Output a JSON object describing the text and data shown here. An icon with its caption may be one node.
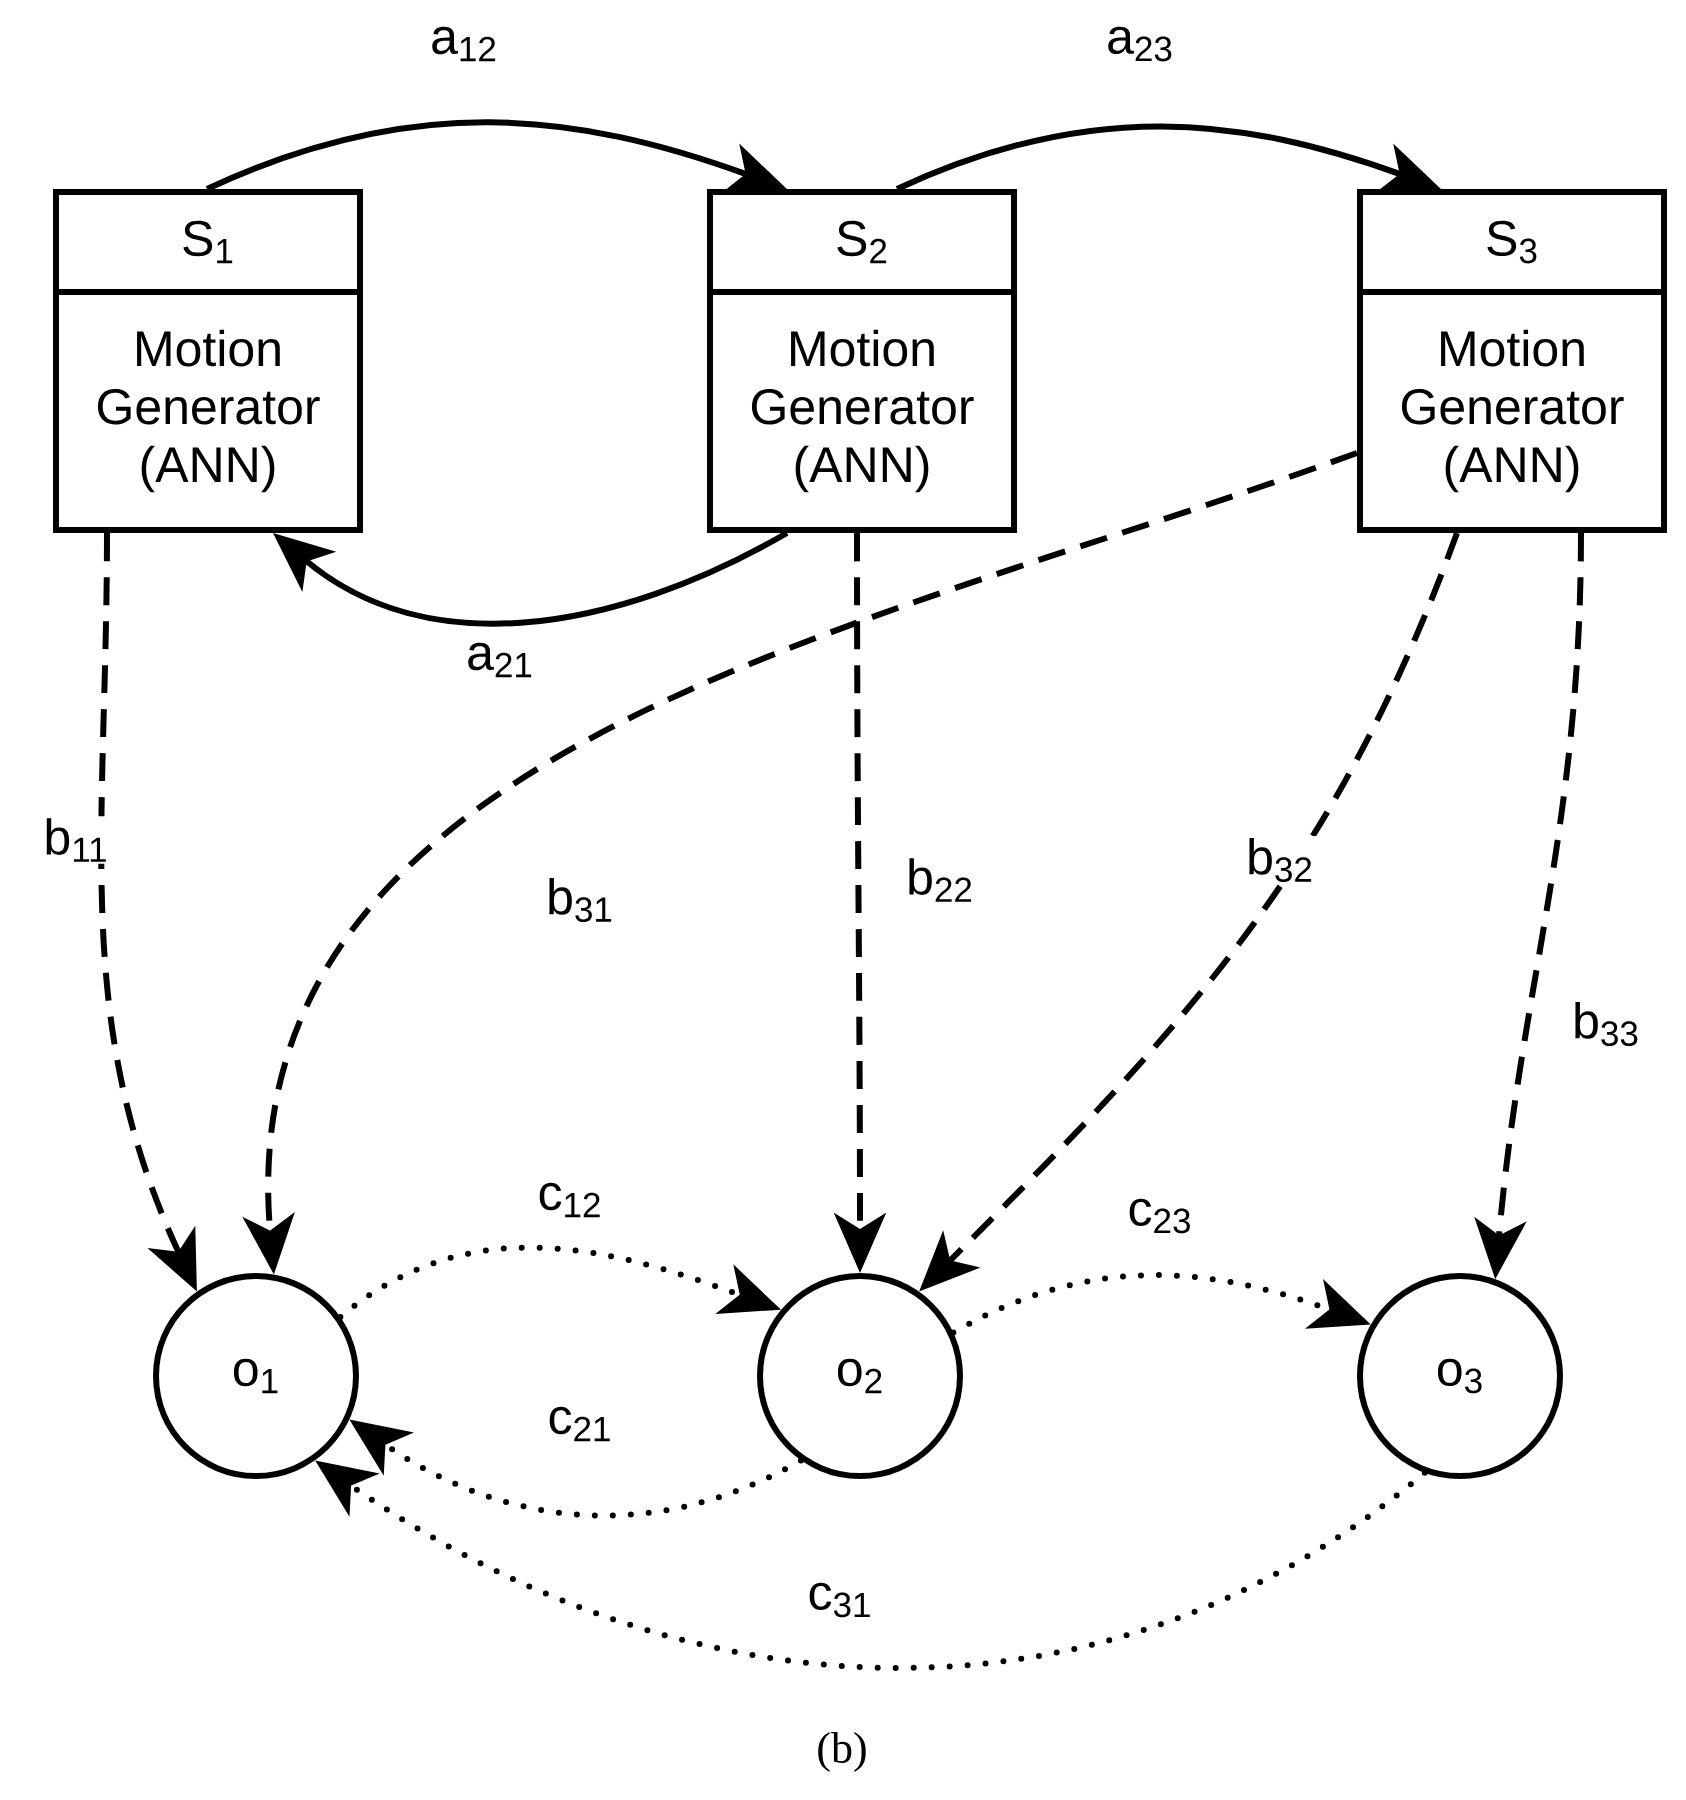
{
  "diagram": {
    "caption": "(b)",
    "nodes": [
      {
        "text": [
          "S$_{1}$",
          "Motion Generator (ANN)"
        ]
      },
      {
        "text": [
          "S$_{2}$",
          "Motion Generator (ANN)"
        ]
      },
      {
        "text": [
          "S$_{3}$",
          "Motion Generator (ANN)"
        ]
      },
      {
        "text": [
          "o$_{1}$"
        ]
      },
      {
        "text": [
          "o$_{2}$"
        ]
      },
      {
        "text": [
          "o$_{3}$"
        ]
      }
    ],
    "edges": [
      {
        "from": 0,
        "to": 1,
        "arrow": "to",
        "label": "a$_{12}$"
      },
      {
        "from": 1,
        "to": 2,
        "arrow": "to",
        "label": "a$_{23}$"
      },
      {
        "from": 1,
        "to": 0,
        "arrow": "to",
        "label": "a$_{21}$"
      },
      {
        "from": 0,
        "to": 3,
        "arrow": "to",
        "label": "b$_{11}$",
        "style": "dashed"
      },
      {
        "from": 2,
        "to": 3,
        "arrow": "to",
        "label": "b$_{31}$",
        "style": "dashed"
      },
      {
        "from": 1,
        "to": 4,
        "arrow": "to",
        "label": "b$_{22}$",
        "style": "dashed"
      },
      {
        "from": 2,
        "to": 4,
        "arrow": "to",
        "label": "b$_{32}$",
        "style": "dashed"
      },
      {
        "from": 2,
        "to": 5,
        "arrow": "to",
        "label": "b$_{33}$",
        "style": "dashed"
      },
      {
        "from": 3,
        "to": 4,
        "arrow": "to",
        "label": "c$_{12}$",
        "style": "dashed"
      },
      {
        "from": 4,
        "to": 5,
        "arrow": "to",
        "label": "c$_{23}$",
        "style": "dashed"
      },
      {
        "from": 4,
        "to": 3,
        "arrow": "to",
        "label": "c$_{21}$",
        "style": "dashed"
      },
      {
        "from": 5,
        "to": 3,
        "arrow": "to",
        "label": "c$_{31}$",
        "style": "dashed"
      }
    ]
  }
}
